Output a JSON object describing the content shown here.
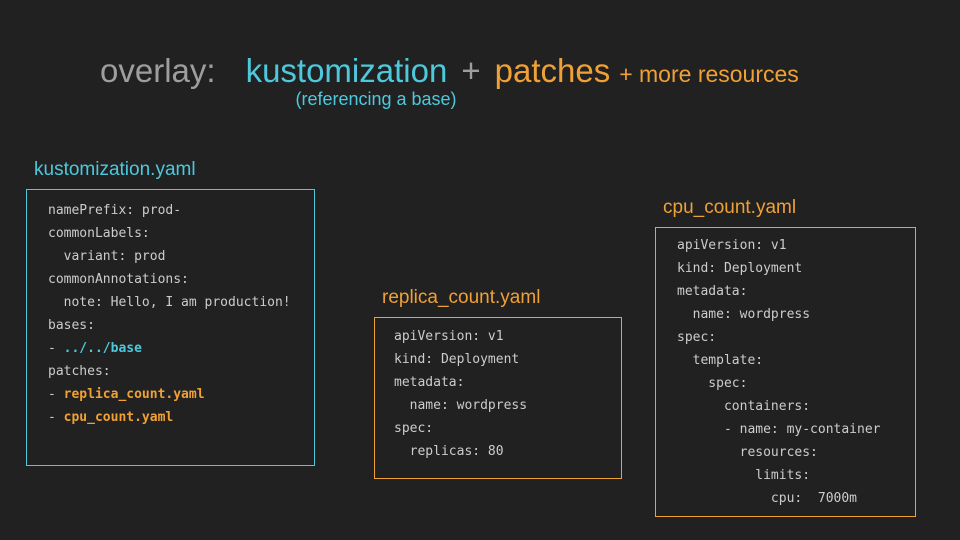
{
  "colors": {
    "background": "#212121",
    "cyan": "#4dc9dd",
    "orange": "#f0a136",
    "title_gray": "#9e9e9e",
    "code_text": "#cccccc"
  },
  "title": {
    "prefix": "overlay:",
    "term1": "kustomization",
    "plus1": "+",
    "term2": "patches",
    "suffix": "+ more resources",
    "subtitle": "(referencing a base)"
  },
  "boxes": [
    {
      "label": "kustomization.yaml",
      "accent": "cyan",
      "lines": [
        [
          {
            "t": "namePrefix: prod-",
            "s": "plain"
          }
        ],
        [
          {
            "t": "commonLabels:",
            "s": "plain"
          }
        ],
        [
          {
            "t": "  variant: prod",
            "s": "plain"
          }
        ],
        [
          {
            "t": "commonAnnotations:",
            "s": "plain"
          }
        ],
        [
          {
            "t": "  note: Hello, I am production!",
            "s": "plain"
          }
        ],
        [
          {
            "t": "bases:",
            "s": "plain"
          }
        ],
        [
          {
            "t": "- ",
            "s": "plain"
          },
          {
            "t": "../../base",
            "s": "cyan-bold"
          }
        ],
        [
          {
            "t": "patches:",
            "s": "plain"
          }
        ],
        [
          {
            "t": "- ",
            "s": "plain"
          },
          {
            "t": "replica_count.yaml",
            "s": "orange-bold"
          }
        ],
        [
          {
            "t": "- ",
            "s": "plain"
          },
          {
            "t": "cpu_count.yaml",
            "s": "orange-bold"
          }
        ]
      ]
    },
    {
      "label": "replica_count.yaml",
      "accent": "orange",
      "lines": [
        [
          {
            "t": "apiVersion: v1",
            "s": "plain"
          }
        ],
        [
          {
            "t": "kind: Deployment",
            "s": "plain"
          }
        ],
        [
          {
            "t": "metadata:",
            "s": "plain"
          }
        ],
        [
          {
            "t": "  name: wordpress",
            "s": "plain"
          }
        ],
        [
          {
            "t": "spec:",
            "s": "plain"
          }
        ],
        [
          {
            "t": "  replicas: 80",
            "s": "plain"
          }
        ]
      ]
    },
    {
      "label": "cpu_count.yaml",
      "accent": "orange",
      "lines": [
        [
          {
            "t": "apiVersion: v1",
            "s": "plain"
          }
        ],
        [
          {
            "t": "kind: Deployment",
            "s": "plain"
          }
        ],
        [
          {
            "t": "metadata:",
            "s": "plain"
          }
        ],
        [
          {
            "t": "  name: wordpress",
            "s": "plain"
          }
        ],
        [
          {
            "t": "spec:",
            "s": "plain"
          }
        ],
        [
          {
            "t": "  template:",
            "s": "plain"
          }
        ],
        [
          {
            "t": "    spec:",
            "s": "plain"
          }
        ],
        [
          {
            "t": "      containers:",
            "s": "plain"
          }
        ],
        [
          {
            "t": "      - name: my-container",
            "s": "plain"
          }
        ],
        [
          {
            "t": "        resources:",
            "s": "plain"
          }
        ],
        [
          {
            "t": "          limits:",
            "s": "plain"
          }
        ],
        [
          {
            "t": "            cpu:  7000m",
            "s": "plain"
          }
        ]
      ]
    }
  ]
}
